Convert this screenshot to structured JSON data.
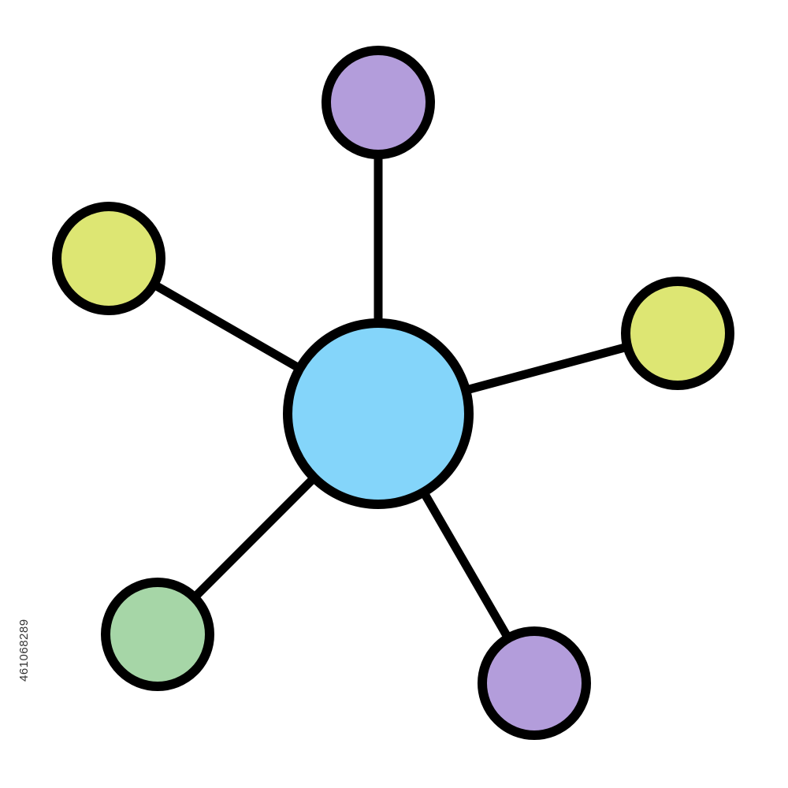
{
  "icon": {
    "name": "network-hub",
    "stroke_color": "#000000",
    "center_node": {
      "name": "hub",
      "color": "#84D5FA"
    },
    "satellite_nodes": [
      {
        "name": "top",
        "color": "#B39DDB"
      },
      {
        "name": "left",
        "color": "#DDE673"
      },
      {
        "name": "right",
        "color": "#DDE673"
      },
      {
        "name": "bottom-left",
        "color": "#A6D6A7"
      },
      {
        "name": "bottom-right",
        "color": "#B39DDB"
      }
    ]
  },
  "watermark": {
    "id_text": "461068289"
  }
}
